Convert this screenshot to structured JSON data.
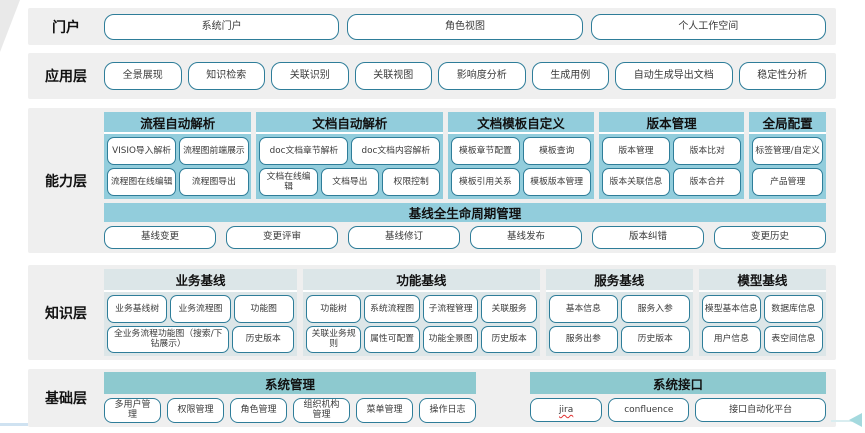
{
  "colors": {
    "layer_band_bg": "#efefef",
    "capability_header_blue": "#92cddc",
    "knowledge_header_gray_blue": "#dce6e8",
    "base_header_teal": "#8dc9cf",
    "button_border_teal": "#2e7d99",
    "jira_underline_red": "#e03131",
    "bottom_left_line_blue": "#cfe2f1",
    "arrow_teal": "#a4d9de"
  },
  "portal": {
    "label": "门户",
    "buttons": [
      "系统门户",
      "角色视图",
      "个人工作空间"
    ]
  },
  "application": {
    "label": "应用层",
    "buttons": [
      "全景展现",
      "知识检索",
      "关联识别",
      "关联视图",
      "影响度分析",
      "生成用例",
      "自动生成导出文档",
      "稳定性分析"
    ]
  },
  "capability": {
    "label": "能力层",
    "groups": [
      {
        "title": "流程自动解析",
        "rows": [
          [
            "VISIO导入解析",
            "流程图前端展示"
          ],
          [
            "流程图在线编辑",
            "流程图导出"
          ]
        ]
      },
      {
        "title": "文档自动解析",
        "rows": [
          [
            "doc文档章节解析",
            "doc文档内容解析"
          ],
          [
            "文档在线编辑",
            "文档导出",
            "权限控制"
          ]
        ]
      },
      {
        "title": "文档模板自定义",
        "rows": [
          [
            "模板章节配置",
            "模板查询"
          ],
          [
            "模板引用关系",
            "模板版本管理"
          ]
        ]
      },
      {
        "title": "版本管理",
        "rows": [
          [
            "版本管理",
            "版本比对"
          ],
          [
            "版本关联信息",
            "版本合并"
          ]
        ]
      },
      {
        "title": "全局配置",
        "rows": [
          [
            "标签管理/自定义"
          ],
          [
            "产品管理"
          ]
        ]
      }
    ],
    "baseline": {
      "title": "基线全生命周期管理",
      "buttons": [
        "基线变更",
        "变更评审",
        "基线修订",
        "基线发布",
        "版本纠错",
        "变更历史"
      ]
    }
  },
  "knowledge": {
    "label": "知识层",
    "groups": [
      {
        "title": "业务基线",
        "rows": [
          [
            "业务基线树",
            "业务流程图",
            "功能图"
          ],
          [
            "全业务流程功能图（搜索/下钻展示）",
            "历史版本"
          ]
        ]
      },
      {
        "title": "功能基线",
        "rows": [
          [
            "功能树",
            "系统流程图",
            "子流程管理",
            "关联服务"
          ],
          [
            "关联业务规则",
            "属性可配置",
            "功能全景图",
            "历史版本"
          ]
        ]
      },
      {
        "title": "服务基线",
        "rows": [
          [
            "基本信息",
            "服务入参"
          ],
          [
            "服务出参",
            "历史版本"
          ]
        ]
      },
      {
        "title": "模型基线",
        "rows": [
          [
            "模型基本信息",
            "数据库信息"
          ],
          [
            "用户信息",
            "表空间信息"
          ]
        ]
      }
    ]
  },
  "base": {
    "label": "基础层",
    "groups": [
      {
        "title": "系统管理",
        "buttons": [
          "多用户管理",
          "权限管理",
          "角色管理",
          "组织机构管理",
          "菜单管理",
          "操作日志"
        ]
      },
      {
        "title": "系统接口",
        "buttons": [
          "jira",
          "confluence",
          "接口自动化平台"
        ]
      }
    ]
  }
}
